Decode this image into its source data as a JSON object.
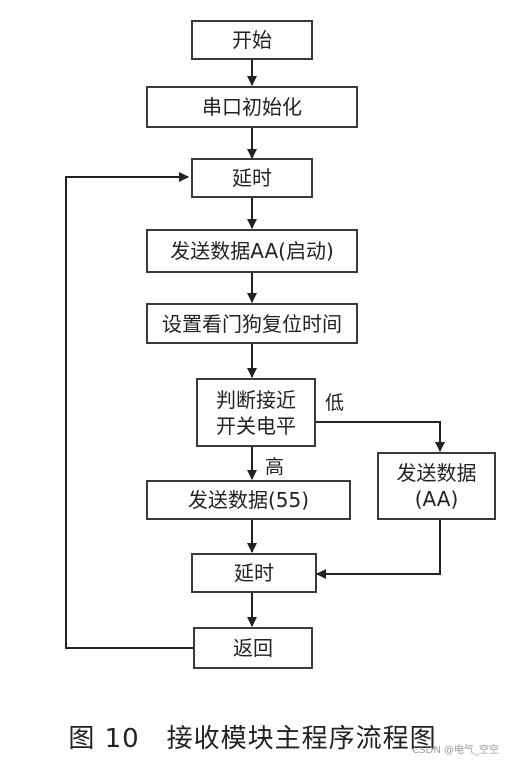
{
  "nodes": {
    "start": "开始",
    "serial_init": "串口初始化",
    "delay1": "延时",
    "send_aa_start": "发送数据AA(启动)",
    "set_watchdog": "设置看门狗复位时间",
    "judge_line1": "判断接近",
    "judge_line2": "开关电平",
    "send_55": "发送数据(55)",
    "send_aa_line1": "发送数据",
    "send_aa_line2": "(AA)",
    "delay2": "延时",
    "return": "返回"
  },
  "edge_labels": {
    "low": "低",
    "high": "高"
  },
  "caption": "图 10　接收模块主程序流程图",
  "watermark": "CSDN @电气_空空"
}
